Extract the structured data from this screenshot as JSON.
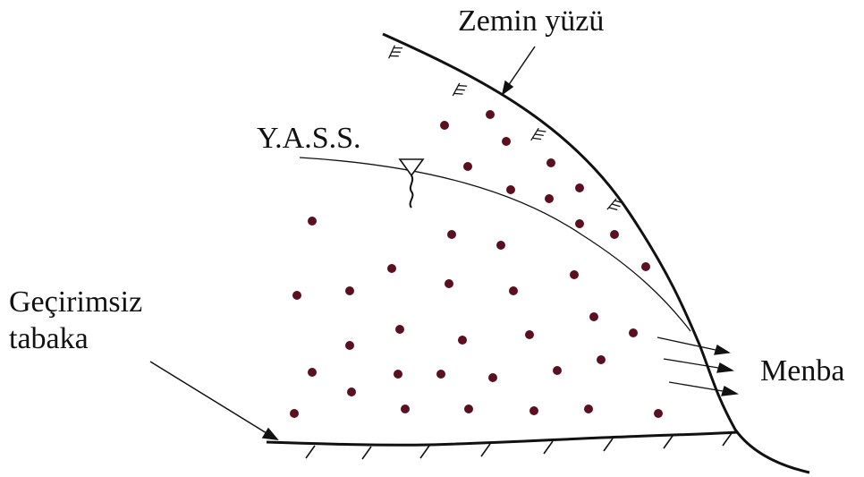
{
  "labels": {
    "ground_surface": "Zemin yüzü",
    "water_table": "Y.A.S.S.",
    "impermeable_layer_line1": "Geçirimsiz",
    "impermeable_layer_line2": "tabaka",
    "spring": "Menba"
  },
  "colors": {
    "ink": "#111111",
    "particle": "#5a1020",
    "background": "#ffffff"
  }
}
